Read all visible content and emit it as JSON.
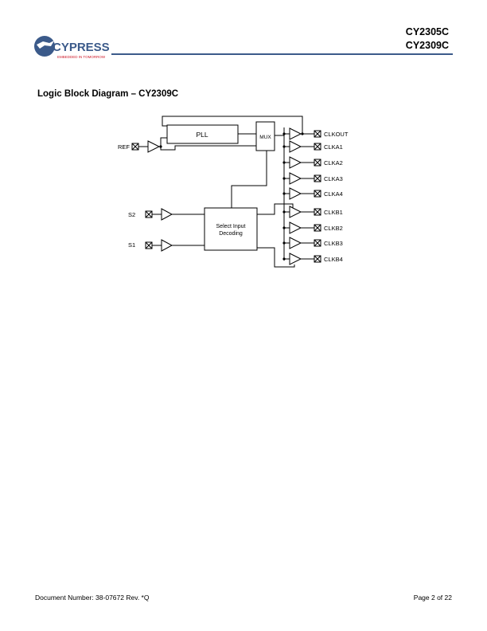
{
  "header": {
    "brand": "CYPRESS",
    "tagline": "EMBEDDED IN TOMORROW",
    "part_numbers": [
      "CY2305C",
      "CY2309C"
    ]
  },
  "section_title": "Logic Block Diagram – CY2309C",
  "diagram": {
    "pll_label": "PLL",
    "mux_label": "MUX",
    "decoder_label_lines": [
      "Select Input",
      "Decoding"
    ],
    "inputs": {
      "ref": "REF",
      "s2": "S2",
      "s1": "S1"
    },
    "outputs": [
      "CLKOUT",
      "CLKA1",
      "CLKA2",
      "CLKA3",
      "CLKA4",
      "CLKB1",
      "CLKB2",
      "CLKB3",
      "CLKB4"
    ]
  },
  "footer": {
    "document_number": "Document Number: 38-07672 Rev. *Q",
    "page": "Page 2 of 22"
  },
  "colors": {
    "brand_blue": "#3b5a8a",
    "brand_red": "#d0202f"
  }
}
